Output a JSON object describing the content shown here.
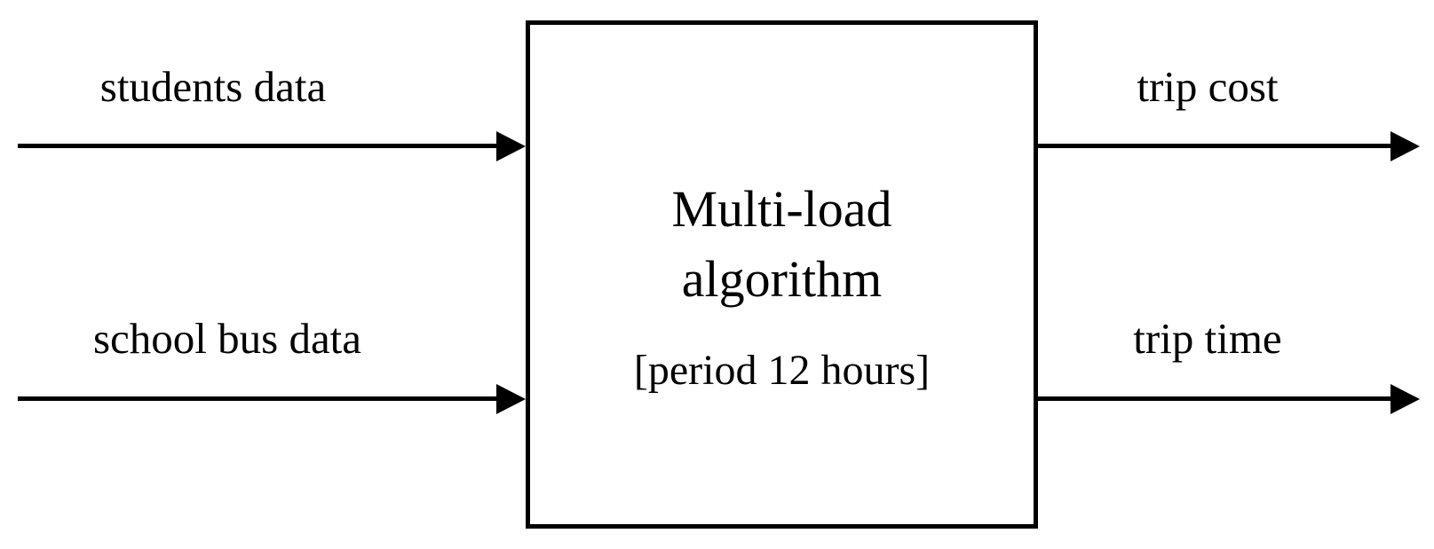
{
  "diagram": {
    "type": "block-diagram",
    "colors": {
      "background": "#ffffff",
      "line": "#000000",
      "text": "#000000"
    },
    "process_box": {
      "title_lines": [
        "Multi-load",
        "algorithm"
      ],
      "annotation": "[period 12 hours]"
    },
    "inputs": [
      {
        "label": "students data"
      },
      {
        "label": "school bus data"
      }
    ],
    "outputs": [
      {
        "label": "trip cost"
      },
      {
        "label": "trip time"
      }
    ]
  }
}
